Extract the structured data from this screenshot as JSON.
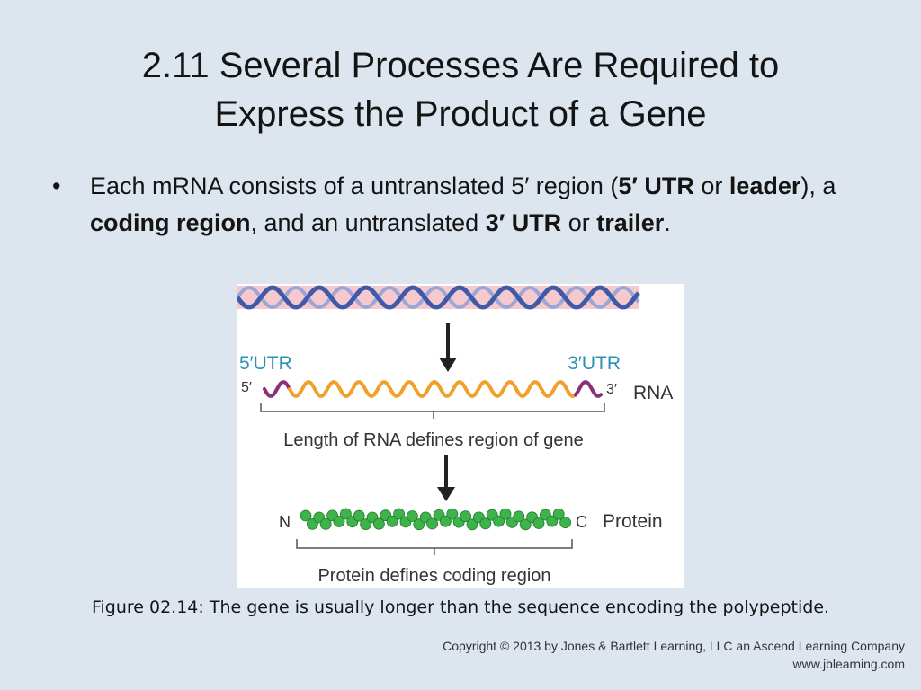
{
  "title": {
    "line1": "2.11  Several Processes Are Required to",
    "line2": "Express the Product of a Gene"
  },
  "bullet": {
    "marker": "•",
    "part1": "Each mRNA consists of a untranslated 5′ region (",
    "bold1": "5′ UTR",
    "part2": " or ",
    "bold2": "leader",
    "part3": "), a ",
    "bold3": "coding region",
    "part4": ", and an untranslated ",
    "bold4": "3′ UTR",
    "part5": " or ",
    "bold5": "trailer",
    "part6": "."
  },
  "figure": {
    "utr5_label": "5′UTR",
    "utr3_label": "3′UTR",
    "end5_label": "5′",
    "end3_label": "3′",
    "rna_label": "RNA",
    "rna_caption": "Length of RNA defines region of gene",
    "n_label": "N",
    "c_label": "C",
    "protein_label": "Protein",
    "protein_caption": "Protein defines coding region",
    "colors": {
      "dna_band": "#f6c9cf",
      "dna_strand_a": "#3f5aa8",
      "dna_strand_b": "#9aa7d6",
      "utr_strand": "#8a2f7a",
      "coding_strand": "#f0a12a",
      "utr_text": "#2a8fb5",
      "protein_bead": "#3db34a"
    }
  },
  "caption": "Figure 02.14: The gene is usually longer than the sequence encoding the polypeptide.",
  "copyright": {
    "line1": "Copyright © 2013 by Jones & Bartlett Learning, LLC an Ascend Learning Company",
    "line2": "www.jblearning.com"
  }
}
